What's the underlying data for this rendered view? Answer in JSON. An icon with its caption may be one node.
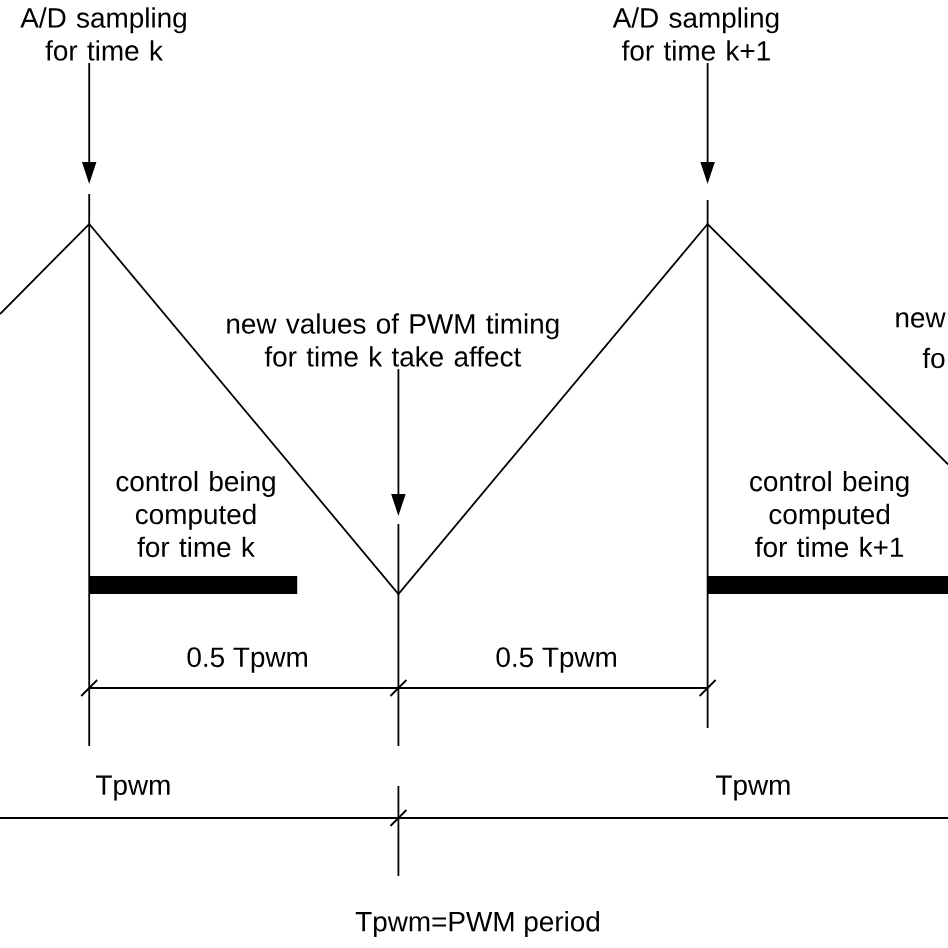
{
  "diagram": {
    "nodes": [
      {
        "text": [
          "A/D sampling for time k"
        ]
      },
      {
        "text": [
          "A/D sampling for time k+1"
        ]
      },
      {
        "text": [
          "new values of PWM timing for time k take affect"
        ]
      }
    ],
    "edges": [
      {
        "from": 0,
        "to": null,
        "arrow": "to"
      },
      {
        "from": 1,
        "to": null,
        "arrow": "to"
      },
      {
        "from": 2,
        "to": null,
        "arrow": "to"
      }
    ],
    "labels": [
      "new",
      "fo",
      "control being computed for time k",
      "control being computed for time k+1",
      "0.5 Tpwm",
      "0.5 Tpwm",
      "Tpwm",
      "Tpwm",
      "Tpwm=PWM period"
    ]
  }
}
